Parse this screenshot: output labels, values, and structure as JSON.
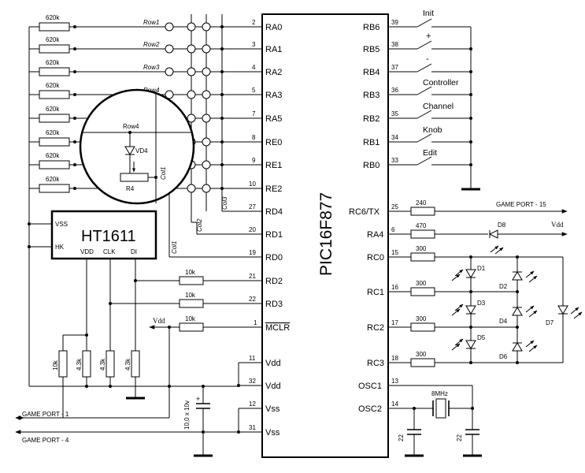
{
  "mcu": {
    "name": "PIC16F877",
    "left_pins": [
      {
        "num": "2",
        "label": "RA0"
      },
      {
        "num": "3",
        "label": "RA1"
      },
      {
        "num": "4",
        "label": "RA2"
      },
      {
        "num": "5",
        "label": "RA3"
      },
      {
        "num": "7",
        "label": "RA5"
      },
      {
        "num": "8",
        "label": "RE0"
      },
      {
        "num": "9",
        "label": "RE1"
      },
      {
        "num": "10",
        "label": "RE2"
      },
      {
        "num": "27",
        "label": "RD4"
      },
      {
        "num": "20",
        "label": "RD1"
      },
      {
        "num": "19",
        "label": "RD0"
      },
      {
        "num": "21",
        "label": "RD2"
      },
      {
        "num": "22",
        "label": "RD3"
      },
      {
        "num": "1",
        "label": "MCLR"
      },
      {
        "num": "11",
        "label": "Vdd"
      },
      {
        "num": "32",
        "label": "Vdd"
      },
      {
        "num": "12",
        "label": "Vss"
      },
      {
        "num": "31",
        "label": "Vss"
      }
    ],
    "right_pins": [
      {
        "num": "39",
        "label": "RB6"
      },
      {
        "num": "38",
        "label": "RB5"
      },
      {
        "num": "37",
        "label": "RB4"
      },
      {
        "num": "36",
        "label": "RB3"
      },
      {
        "num": "35",
        "label": "RB2"
      },
      {
        "num": "34",
        "label": "RB1"
      },
      {
        "num": "33",
        "label": "RB0"
      },
      {
        "num": "25",
        "label": "RC6/TX"
      },
      {
        "num": "6",
        "label": "RA4"
      },
      {
        "num": "15",
        "label": "RC0"
      },
      {
        "num": "16",
        "label": "RC1"
      },
      {
        "num": "17",
        "label": "RC2"
      },
      {
        "num": "18",
        "label": "RC3"
      },
      {
        "num": "13",
        "label": "OSC1"
      },
      {
        "num": "14",
        "label": "OSC2"
      }
    ]
  },
  "pullups": [
    "620k",
    "620k",
    "620k",
    "620k",
    "620k",
    "620k",
    "620k",
    "620k"
  ],
  "rows": [
    "Row1",
    "Row2",
    "Row3",
    "Row4"
  ],
  "cols": [
    "Col3",
    "Col2",
    "Col1"
  ],
  "zoom": {
    "row": "Row4",
    "diode": "VD4",
    "res": "R4",
    "col": "Col1"
  },
  "ht1611": {
    "name": "HT1611",
    "vss": "VSS",
    "hk": "HK",
    "vdd": "VDD",
    "clk": "CLK",
    "di": "DI"
  },
  "mid_resistors": [
    "10k",
    "10k",
    "10k"
  ],
  "vdd_label": "Vdd",
  "bottom_resistors": [
    "10k",
    "4.3k",
    "4.3k",
    "4.3k"
  ],
  "capacitor": "10,0 x 10v",
  "game_port_1": "GAME PORT - 1",
  "game_port_4": "GAME PORT - 4",
  "switches": [
    "Init",
    "+",
    "-",
    "Controller",
    "Channel",
    "Knob",
    "Edit"
  ],
  "tx": {
    "res": "240",
    "port": "GAME PORT - 15"
  },
  "ra4": {
    "res": "470",
    "diode": "D8",
    "vdd": "Vdd"
  },
  "led_resistors": [
    "300",
    "300",
    "300",
    "300"
  ],
  "leds": [
    "D1",
    "D2",
    "D3",
    "D4",
    "D5",
    "D6",
    "D7"
  ],
  "crystal": "8MHz",
  "osc_caps": [
    "22",
    "22"
  ]
}
